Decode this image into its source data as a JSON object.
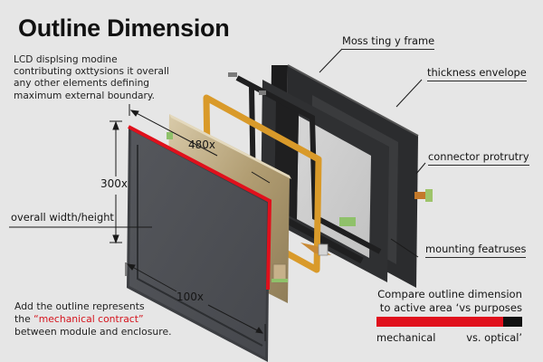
{
  "title": "Outline Dimension",
  "intro": {
    "lines": [
      "LCD displsing modine",
      "contributing oxttysions it overall",
      "any other elements defining",
      "maximum external boundary."
    ]
  },
  "callouts": {
    "mounting_frame": "Moss ting y frame",
    "thickness_envelope": "thickness envelope",
    "connector_protrusion": "connector protrutry",
    "mounting_features": "mounting featruses",
    "overall_width_height": "overall width/height"
  },
  "dimensions": {
    "width": "480x",
    "height": "300x",
    "depth": "100x"
  },
  "footer_note": {
    "line1": "Add the outline represents",
    "line2_prefix": "the ",
    "line2_highlight": "“mechanical contract”",
    "line3": "between module and enclosure."
  },
  "compare": {
    "line1": "Compare outline dimension",
    "line2": "to active area ‘vs purposes",
    "bar_fill_percent": 87,
    "label_left": "mechanical",
    "label_right": "vs. optical’"
  },
  "colors": {
    "background": "#e6e6e6",
    "accent_red": "#e0101c",
    "panel_dark": "#4b4d52",
    "backlight_tan": "#b8a57f",
    "fpc_orange": "#d99a2a",
    "frame_black": "#2a2a2c"
  }
}
